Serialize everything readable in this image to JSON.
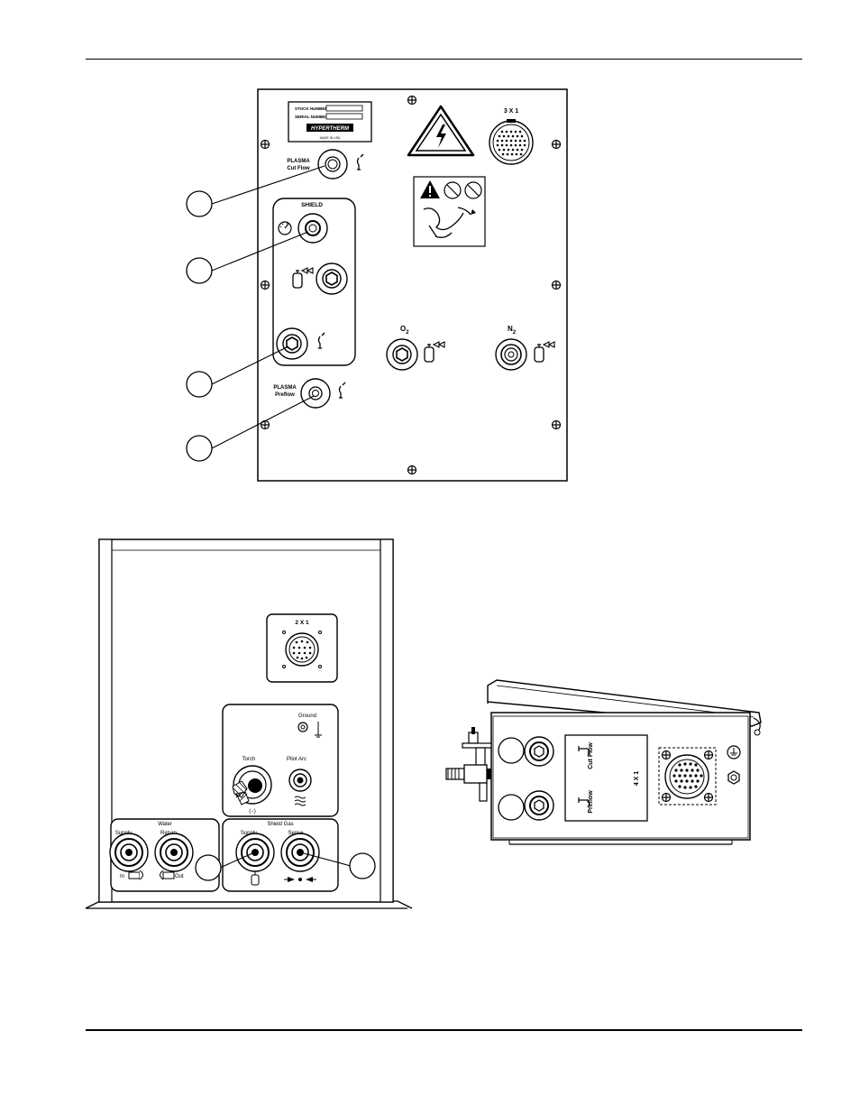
{
  "top_panel": {
    "plate_stock": "STOCK NUMBER",
    "plate_serial": "SERIAL NUMBER",
    "plate_brand": "HYPERTHERM",
    "plate_foot": "MADE IN USA",
    "connector": "3 X 1",
    "plasma_cut_1": "PLASMA",
    "plasma_cut_2": "Cut Flow",
    "shield": "SHIELD",
    "o2_main": "O",
    "o2_sub": "2",
    "n2_main": "N",
    "n2_sub": "2",
    "plasma_pre_1": "PLASMA",
    "plasma_pre_2": "Preflow"
  },
  "rear_panel": {
    "connector": "2 X 1",
    "ground": "Ground",
    "torch": "Torch",
    "pilot_arc": "Pilot Arc",
    "minus": "(−)",
    "water": "Water",
    "supply": "Supply",
    "return": "Return",
    "in": "In",
    "out": "Out",
    "shield_gas": "Shield  Gas",
    "gas_supply": "Supply",
    "sense": "Sense"
  },
  "side_panel": {
    "cut_flow": "Cut Flow",
    "preflow": "Preflow",
    "connector": "4 X 1"
  }
}
